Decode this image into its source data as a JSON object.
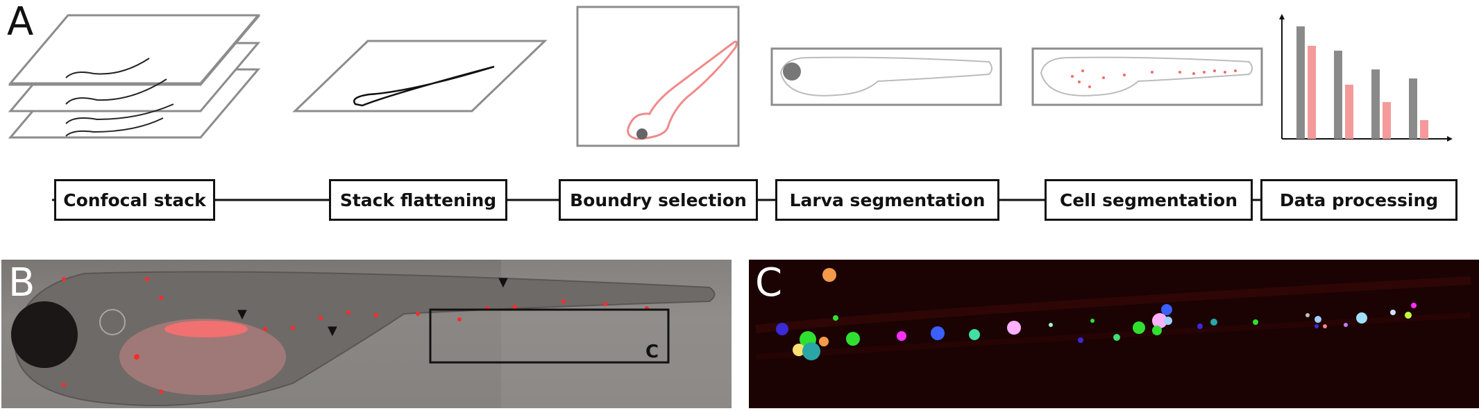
{
  "panels": {
    "a": "A",
    "b": "B",
    "c": "C"
  },
  "pipeline": {
    "steps": [
      "Confocal stack",
      "Stack flattening",
      "Boundry selection",
      "Larva segmentation",
      "Cell segmentation",
      "Data processing"
    ]
  },
  "inset": {
    "label": "C"
  },
  "colors": {
    "line": "#111111",
    "frame": "#8c8c8c",
    "accent_red": "#f08a8a",
    "bar_gray": "#8a8a8a",
    "bar_red": "#f59a9a",
    "fluorescence": "#ff2a2a",
    "segment_background": "#1c0303"
  },
  "icons": [
    "arrowhead-icon"
  ]
}
